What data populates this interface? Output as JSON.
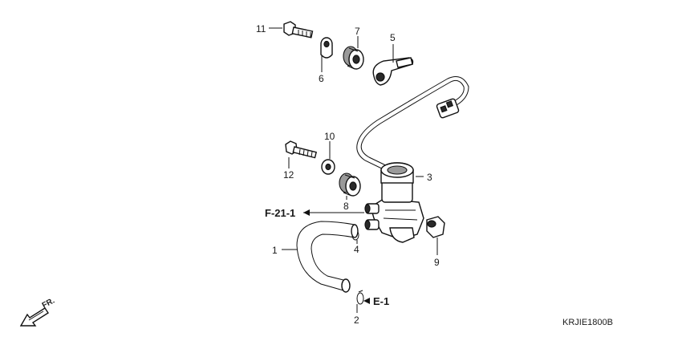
{
  "callouts": [
    "1",
    "2",
    "3",
    "4",
    "5",
    "6",
    "7",
    "8",
    "9",
    "10",
    "11",
    "12"
  ],
  "refs": {
    "f21": "F-21-1",
    "e1": "E-1"
  },
  "fr_label": "FR.",
  "diagram_code": "KRJIE1800B"
}
